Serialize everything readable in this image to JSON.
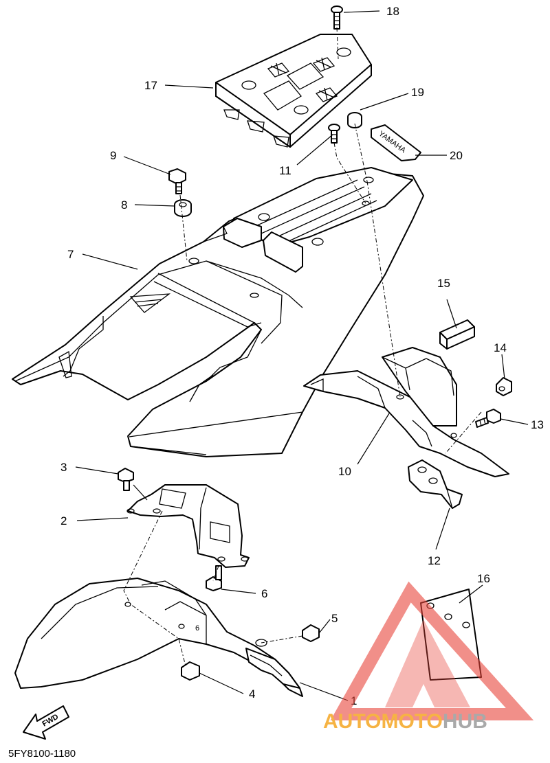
{
  "diagram": {
    "code": "5FY8100-1180",
    "fwd_label": "FWD",
    "decal_text": "YAMAHA",
    "callouts": [
      "1",
      "2",
      "3",
      "4",
      "5",
      "6",
      "7",
      "8",
      "9",
      "10",
      "11",
      "12",
      "13",
      "14",
      "15",
      "16",
      "17",
      "18",
      "19",
      "20"
    ]
  },
  "watermark": {
    "part1": "AUTOMOTO",
    "part2": "HUB",
    "colors": {
      "triangle": "#e8443a",
      "auto": "#f5a623",
      "hub": "#9b9b9b"
    }
  }
}
